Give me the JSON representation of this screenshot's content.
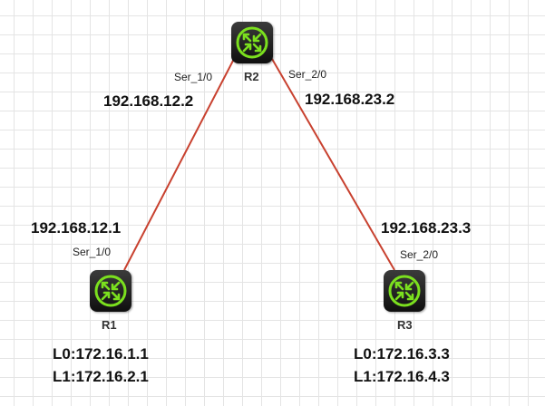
{
  "routers": [
    {
      "id": "R1",
      "name": "R1"
    },
    {
      "id": "R2",
      "name": "R2"
    },
    {
      "id": "R3",
      "name": "R3"
    }
  ],
  "links": [
    {
      "from": "R1",
      "to": "R2",
      "r1_iface": "Ser_1/0",
      "r1_ip": "192.168.12.1",
      "r2_iface": "Ser_1/0",
      "r2_ip": "192.168.12.2"
    },
    {
      "from": "R2",
      "to": "R3",
      "r2_iface": "Ser_2/0",
      "r2_ip": "192.168.23.2",
      "r3_iface": "Ser_2/0",
      "r3_ip": "192.168.23.3"
    }
  ],
  "loopbacks": {
    "r1": [
      "L0:172.16.1.1",
      "L1:172.16.2.1"
    ],
    "r3": [
      "L0:172.16.3.3",
      "L1:172.16.4.3"
    ]
  },
  "colors": {
    "link": "#c8412f",
    "router_icon": "#7be01e",
    "router_body": "#1a1a1a"
  },
  "icons": {
    "router": "router-icon"
  }
}
